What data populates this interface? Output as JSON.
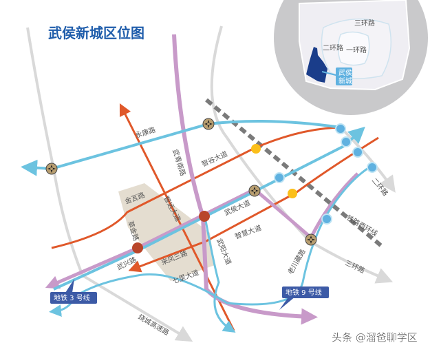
{
  "title": "武侯新城区位图",
  "colors": {
    "title": "#1f5dab",
    "road_orange": "#e0582a",
    "metro_blue": "#6cc3e0",
    "metro_purple": "#c89ac9",
    "ring_gray": "#d9d9d9",
    "rail": "#7a7a7a",
    "district": "#1a3d8a",
    "block": "#e4ddd0"
  },
  "roads": {
    "yongkang": "永康路",
    "wuqing": "武青南路",
    "zhigu": "智谷大道",
    "jinwa": "金瓦路",
    "zhiyuan": "智远大道",
    "caojin": "草金路",
    "wuhou": "武侯大道",
    "zhihui": "智慧大道",
    "wuyang": "武阳大道",
    "wuxing": "武兴路",
    "laifeng": "来凤三路",
    "qili": "七里大道",
    "raocheng": "绕城高速路",
    "laochuanzang": "老川藏路",
    "railway": "铁路西环线",
    "ring3": "三环路",
    "ring2": "二环路"
  },
  "metro": {
    "line3": "地铁 3 号线",
    "line9": "地铁 9 号线"
  },
  "inset": {
    "ring3": "三环路",
    "ring2": "二环路",
    "ring1": "一环路",
    "district_line1": "武侯",
    "district_line2": "新城"
  },
  "watermark": "头条 @溜爸聊学区"
}
